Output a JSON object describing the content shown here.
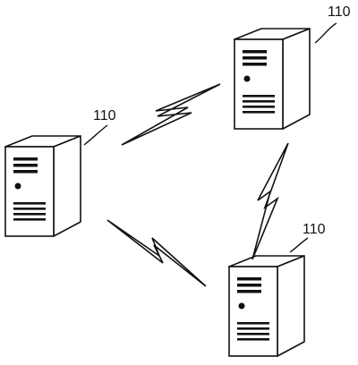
{
  "diagram": {
    "nodes": [
      {
        "id": "server-top-right",
        "label": "110",
        "icon": "server-icon"
      },
      {
        "id": "server-left",
        "label": "110",
        "icon": "server-icon"
      },
      {
        "id": "server-bottom-right",
        "label": "110",
        "icon": "server-icon"
      }
    ],
    "links": [
      {
        "from": "server-left",
        "to": "server-top-right",
        "style": "lightning-bolt",
        "icon": "wireless-link-icon"
      },
      {
        "from": "server-top-right",
        "to": "server-bottom-right",
        "style": "lightning-bolt",
        "icon": "wireless-link-icon"
      },
      {
        "from": "server-left",
        "to": "server-bottom-right",
        "style": "lightning-bolt",
        "icon": "wireless-link-icon"
      }
    ],
    "colors": {
      "line": "#111111",
      "background": "#ffffff"
    }
  }
}
